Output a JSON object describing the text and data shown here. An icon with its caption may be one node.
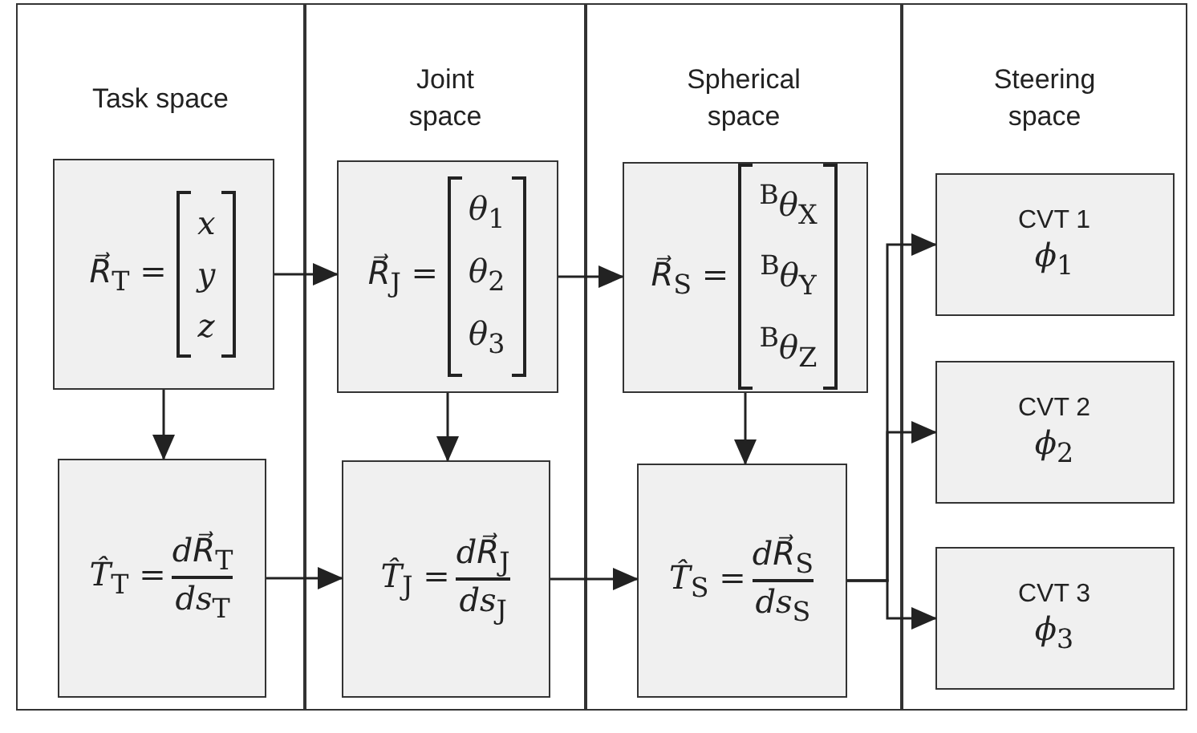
{
  "diagram": {
    "nodes": [
      {
        "text": [
          "Task space"
        ]
      },
      {
        "text": [
          "*R⃗*$_{T}$ =",
          "*x*",
          "*y*",
          "*z*"
        ],
        "in": 0
      },
      {
        "text": [
          "*T̂*$_{T}$ =",
          "*dR⃗*$_{T}$",
          "*ds*$_{T}$"
        ],
        "in": 0
      },
      {
        "text": [
          "Joint space"
        ]
      },
      {
        "text": [
          "*R⃗*$_{J}$ =",
          "*θ*$_{1}$",
          "*θ*$_{2}$",
          "*θ*$_{3}$"
        ],
        "in": 3
      },
      {
        "text": [
          "*T̂*$_{J}$ =",
          "*dR⃗*$_{J}$",
          "*ds*$_{J}$"
        ],
        "in": 3
      },
      {
        "text": [
          "Spherical space"
        ]
      },
      {
        "text": [
          "*R⃗*$_{S}$ =",
          "$^{B}$*θ*$_{X}$",
          "$^{B}$*θ*$_{Y}$",
          "$^{B}$*θ*$_{Z}$"
        ],
        "in": 6
      },
      {
        "text": [
          "*T̂*$_{S}$ =",
          "*dR⃗*$_{S}$",
          "*ds*$_{S}$"
        ],
        "in": 6
      },
      {
        "text": [
          "Steering space"
        ]
      },
      {
        "text": [
          "CVT 1",
          "*ϕ*$_{1}$"
        ],
        "in": 9
      },
      {
        "text": [
          "CVT 2",
          "*ϕ*$_{2}$"
        ],
        "in": 9
      },
      {
        "text": [
          "CVT 3",
          "*ϕ*$_{3}$"
        ],
        "in": 9
      }
    ],
    "edges": [
      {
        "from": 1,
        "to": 4,
        "arrow": "to"
      },
      {
        "from": 1,
        "to": 2,
        "arrow": "to"
      },
      {
        "from": 4,
        "to": 7,
        "arrow": "to"
      },
      {
        "from": 4,
        "to": 5,
        "arrow": "to"
      },
      {
        "from": 2,
        "to": 5,
        "arrow": "to"
      },
      {
        "from": 5,
        "to": 8,
        "arrow": "to"
      },
      {
        "from": 7,
        "to": 8,
        "arrow": "to"
      },
      {
        "from": 8,
        "to": 10,
        "arrow": "to"
      },
      {
        "from": 8,
        "to": 11,
        "arrow": "to"
      },
      {
        "from": 8,
        "to": 12,
        "arrow": "to"
      }
    ]
  }
}
